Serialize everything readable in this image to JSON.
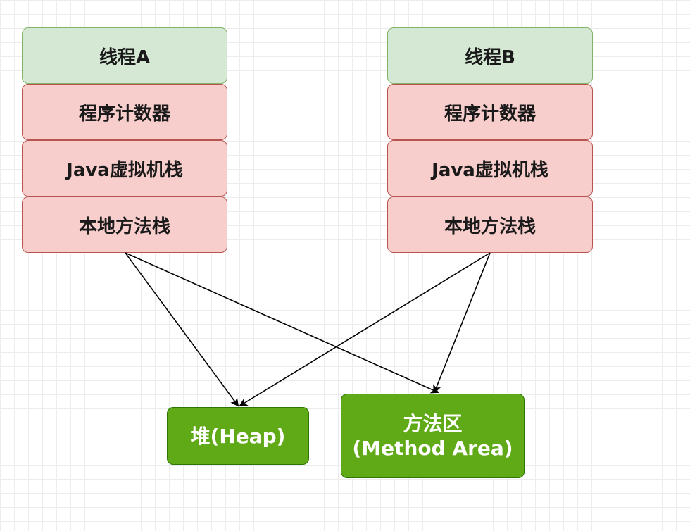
{
  "thread_a": {
    "title": "线程A",
    "parts": [
      "程序计数器",
      "Java虚拟机栈",
      "本地方法栈"
    ]
  },
  "thread_b": {
    "title": "线程B",
    "parts": [
      "程序计数器",
      "Java虚拟机栈",
      "本地方法栈"
    ]
  },
  "shared": {
    "heap": "堆(Heap)",
    "method_area_line1": "方法区",
    "method_area_line2": "(Method Area)"
  },
  "colors": {
    "thread_header_fill": "#d5e8d4",
    "thread_header_stroke": "#82b366",
    "thread_part_fill": "#f8cecc",
    "thread_part_stroke": "#b85450",
    "shared_fill": "#60a917",
    "shared_stroke": "#2d7600",
    "arrow": "#000000"
  },
  "edges": [
    {
      "from": "thread-a-native-stack",
      "to": "heap"
    },
    {
      "from": "thread-a-native-stack",
      "to": "method-area"
    },
    {
      "from": "thread-b-native-stack",
      "to": "heap"
    },
    {
      "from": "thread-b-native-stack",
      "to": "method-area"
    }
  ]
}
